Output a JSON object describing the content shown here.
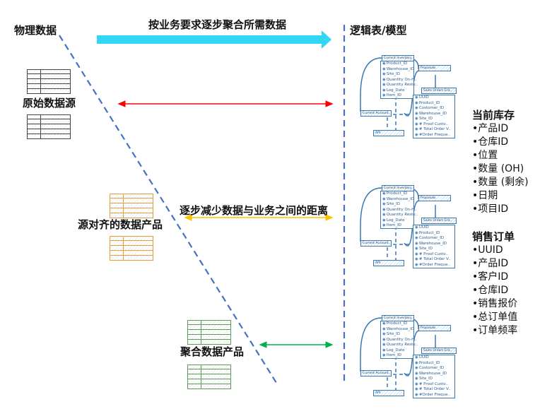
{
  "headers": {
    "physical": "物理数据",
    "logical": "逻辑表/模型",
    "top_arrow": "按业务要求逐步聚合所需数据"
  },
  "colors": {
    "top_arrow": "#33d6f5",
    "divider": "#4472c4",
    "raw": "#ff0000",
    "aligned": "#ffc000",
    "aggregate": "#00b050",
    "raw_table": "#444444",
    "aligned_table": "#e0a040",
    "aggregate_table": "#5a9e5a"
  },
  "tiers": [
    {
      "label": "原始数据源",
      "arrow_label": ""
    },
    {
      "label": "源对齐的数据产品",
      "arrow_label": "逐步减少数据与业务之间的距离"
    },
    {
      "label": "聚合数据产品",
      "arrow_label": ""
    }
  ],
  "erd": {
    "entities": {
      "inventory": "Current Inventory",
      "proposals": "Proposals",
      "sales": "Sales Orders Ent..",
      "account": "Current Account..",
      "api": "API"
    },
    "inventory_fields": [
      "Product_ID",
      "Warehouse_ID",
      "Site_ID",
      "Quantity On-H..",
      "Quantity Resto..",
      "Log_Date",
      "Item_ID"
    ],
    "sales_fields": [
      "UUID",
      "Product_ID",
      "Customer_ID",
      "Warehouse_ID",
      "Site_ID",
      "# Proof Custo..",
      "# Total Order V..",
      "#Order Freque.."
    ]
  },
  "lists": [
    {
      "title": "当前库存",
      "items": [
        "•产品ID",
        "•仓库ID",
        "•位置",
        "•数量 (OH)",
        "•数量 (剩余)",
        "•日期",
        "•项目ID"
      ]
    },
    {
      "title": "销售订单",
      "items": [
        "•UUID",
        "•产品ID",
        "•客户ID",
        "•仓库ID",
        "•销售报价",
        "•总订单值",
        "•订单频率"
      ]
    }
  ]
}
